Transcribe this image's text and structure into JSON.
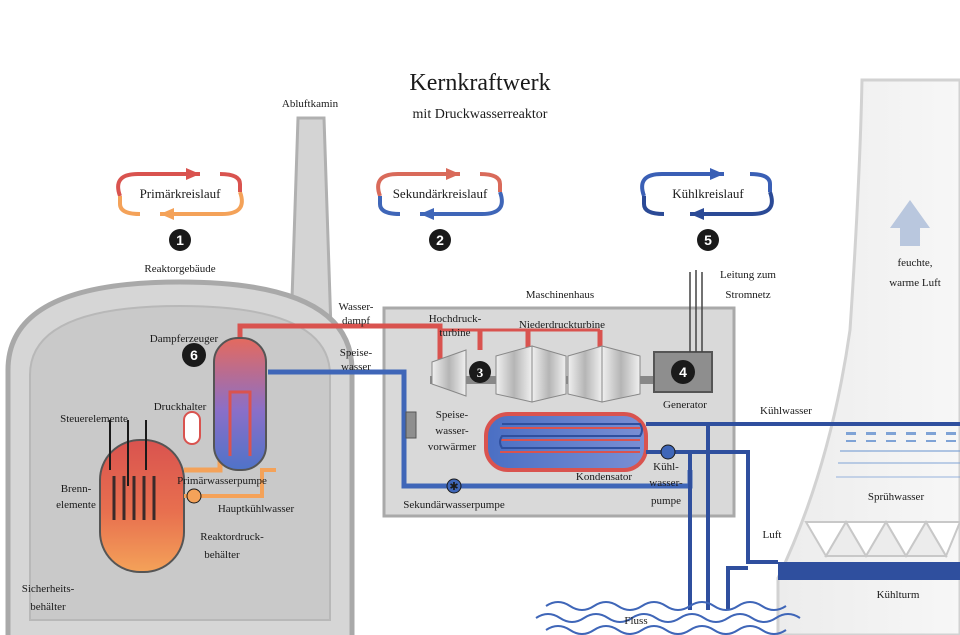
{
  "title": "Kernkraftwerk",
  "subtitle": "mit Druckwasserreaktor",
  "loops": {
    "primary": {
      "label": "Primärkreislauf",
      "number": "1"
    },
    "secondary": {
      "label": "Sekundärkreislauf",
      "number": "2"
    },
    "cooling": {
      "label": "Kühlkreislauf",
      "number": "5"
    }
  },
  "labels": {
    "exhaust_stack": "Abluftkamin",
    "reactor_building": "Reaktorgebäude",
    "machine_house": "Maschinenhaus",
    "grid_line_1": "Leitung zum",
    "grid_line_2": "Stromnetz",
    "humid_air_1": "feuchte,",
    "humid_air_2": "warme Luft",
    "steam_1": "Wasser-",
    "steam_2": "dampf",
    "feedwater_1": "Speise-",
    "feedwater_2": "wasser",
    "steam_generator": "Dampferzeuger",
    "pressurizer": "Druckhalter",
    "control_rods": "Steuerelemente",
    "fuel_1": "Brenn-",
    "fuel_2": "elemente",
    "primary_pump": "Primärwasserpumpe",
    "main_coolant_pump": "Hauptkühlwasser",
    "reactor_vessel_1": "Reaktordruck-",
    "reactor_vessel_2": "behälter",
    "containment_1": "Sicherheits-",
    "containment_2": "behälter",
    "hp_turbine_1": "Hochdruck-",
    "hp_turbine_2": "turbine",
    "lp_turbine": "Niederdruckturbine",
    "generator": "Generator",
    "preheater_1": "Speise-",
    "preheater_2": "wasser-",
    "preheater_3": "vorwärmer",
    "condenser": "Kondensator",
    "secondary_pump": "Sekundärwasserpumpe",
    "cw_pump_1": "Kühl-",
    "cw_pump_2": "wasser-",
    "cw_pump_3": "pumpe",
    "cooling_water": "Kühlwasser",
    "spray_water": "Sprühwasser",
    "air": "Luft",
    "cooling_tower": "Kühlturm",
    "river": "Fluss"
  },
  "markers": {
    "generator_step": "4",
    "turbine_step": "3",
    "steam_gen_step": "6"
  },
  "colors": {
    "primary_hot": "#d9534f",
    "primary_cold": "#f5a05a",
    "secondary_hot": "#d96a5a",
    "secondary_cold": "#3f66b8",
    "cooling": "#2f4f9e",
    "building": "#d4d4d4",
    "building_edge": "#a9a9a9"
  }
}
